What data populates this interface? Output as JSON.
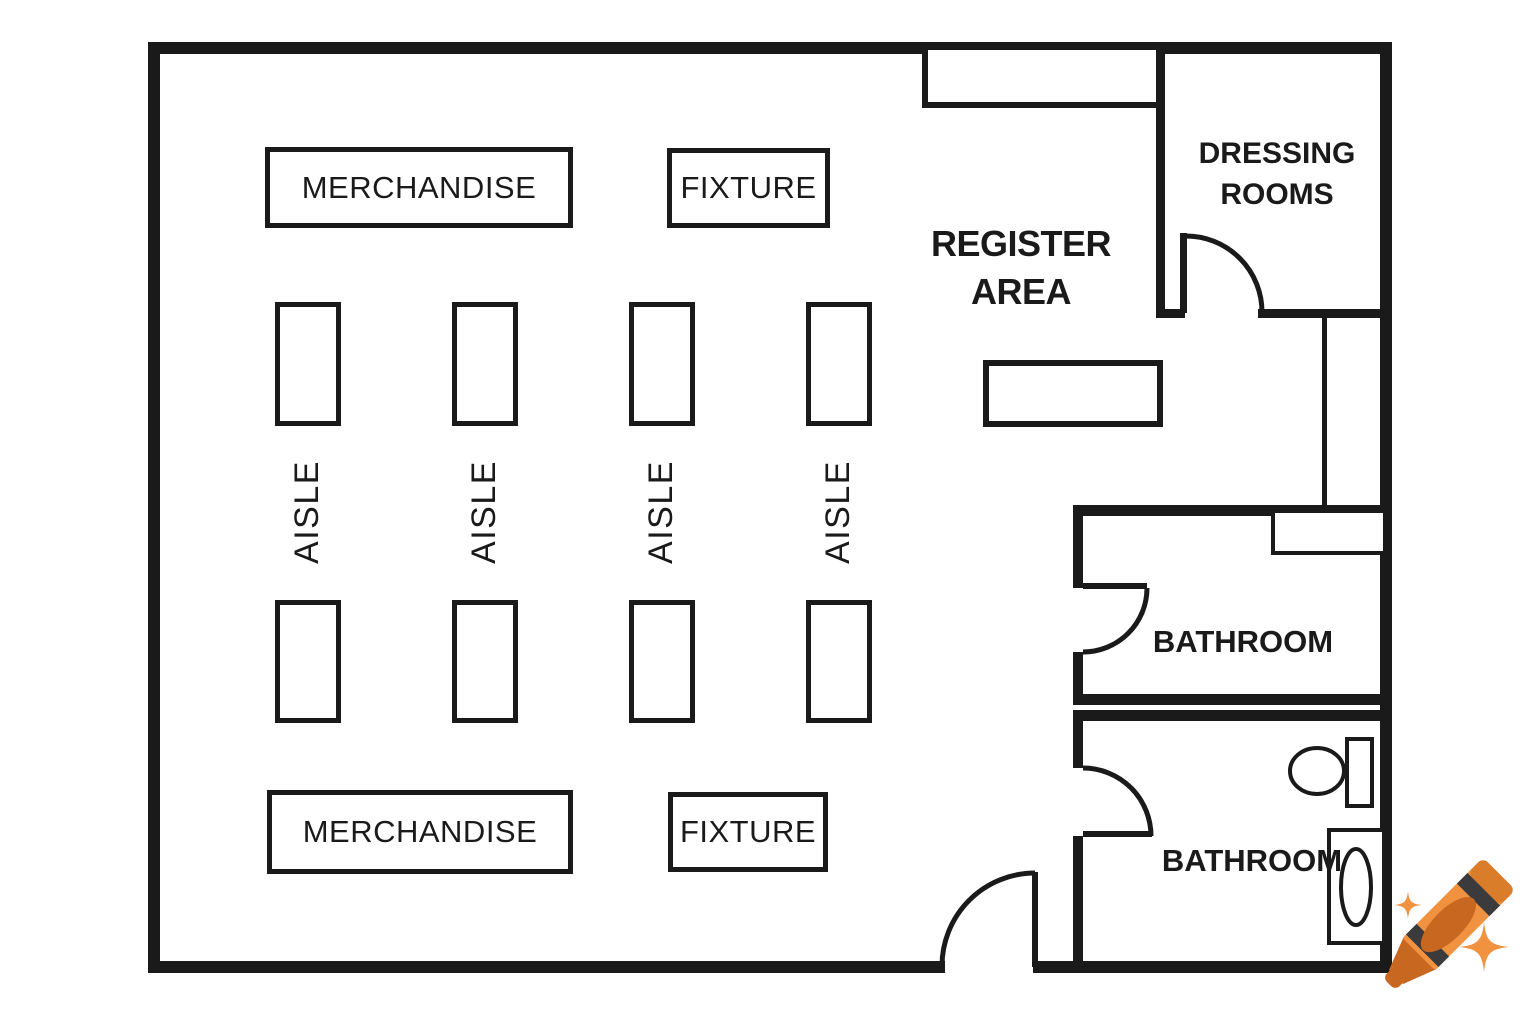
{
  "page": {
    "title": "Store Floor Plan"
  },
  "colors": {
    "wall": "#1a1a1a",
    "ink": "#1a1a1a",
    "background": "#ffffff",
    "crayon_body": "#F0923F",
    "crayon_dark": "#C8671F",
    "crayon_cap": "#DA7D2B",
    "crayon_stripe": "#3B3B3D",
    "sparkle": "#F0923F"
  },
  "floor_plan": {
    "zones": {
      "merchandise_top": "MERCHANDISE",
      "fixture_top": "FIXTURE",
      "merchandise_bottom": "MERCHANDISE",
      "fixture_bottom": "FIXTURE",
      "register": {
        "line1": "REGISTER",
        "line2": "AREA"
      },
      "dressing": {
        "line1": "DRESSING",
        "line2": "ROOMS"
      },
      "bathroom_upper": "BATHROOM",
      "bathroom_lower": "BATHROOM"
    },
    "aisles": [
      {
        "label": "AISLE"
      },
      {
        "label": "AISLE"
      },
      {
        "label": "AISLE"
      },
      {
        "label": "AISLE"
      }
    ]
  },
  "watermark": {
    "icon": "crayon-icon"
  }
}
